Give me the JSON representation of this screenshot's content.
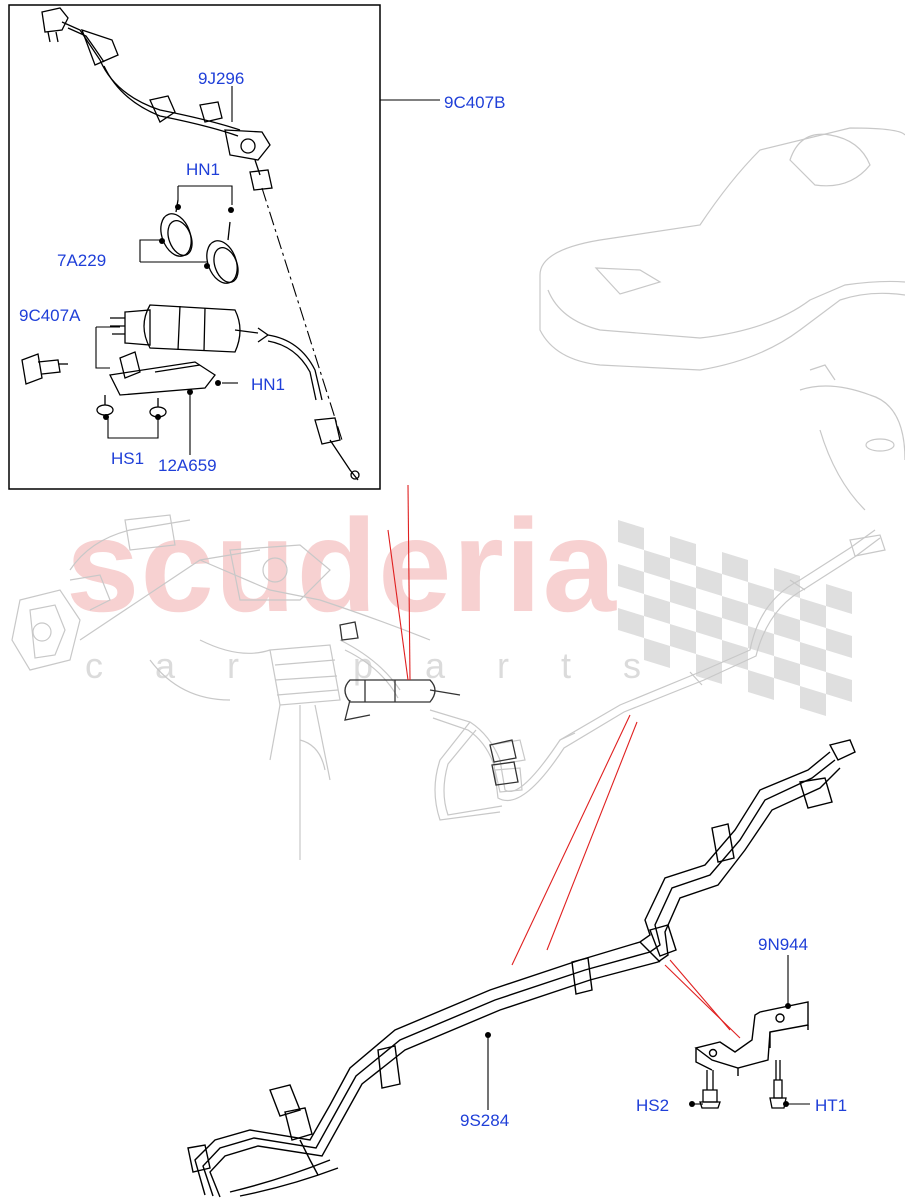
{
  "watermark": {
    "brand": "scuderia",
    "tagline": "car parts",
    "brand_color": "#e87676",
    "flag_color": "#b5b5b5"
  },
  "colors": {
    "label": "#1f3fd8",
    "line": "#000000",
    "highlight": "#e02020",
    "ghost": "#c8c8c8"
  },
  "labels": {
    "p9J296": "9J296",
    "p9C407B": "9C407B",
    "pHN1_top": "HN1",
    "p7A229": "7A229",
    "p9C407A": "9C407A",
    "pHN1_right": "HN1",
    "pHS1": "HS1",
    "p12A659": "12A659",
    "p9N944": "9N944",
    "p9S284": "9S284",
    "pHS2": "HS2",
    "pHT1": "HT1"
  }
}
